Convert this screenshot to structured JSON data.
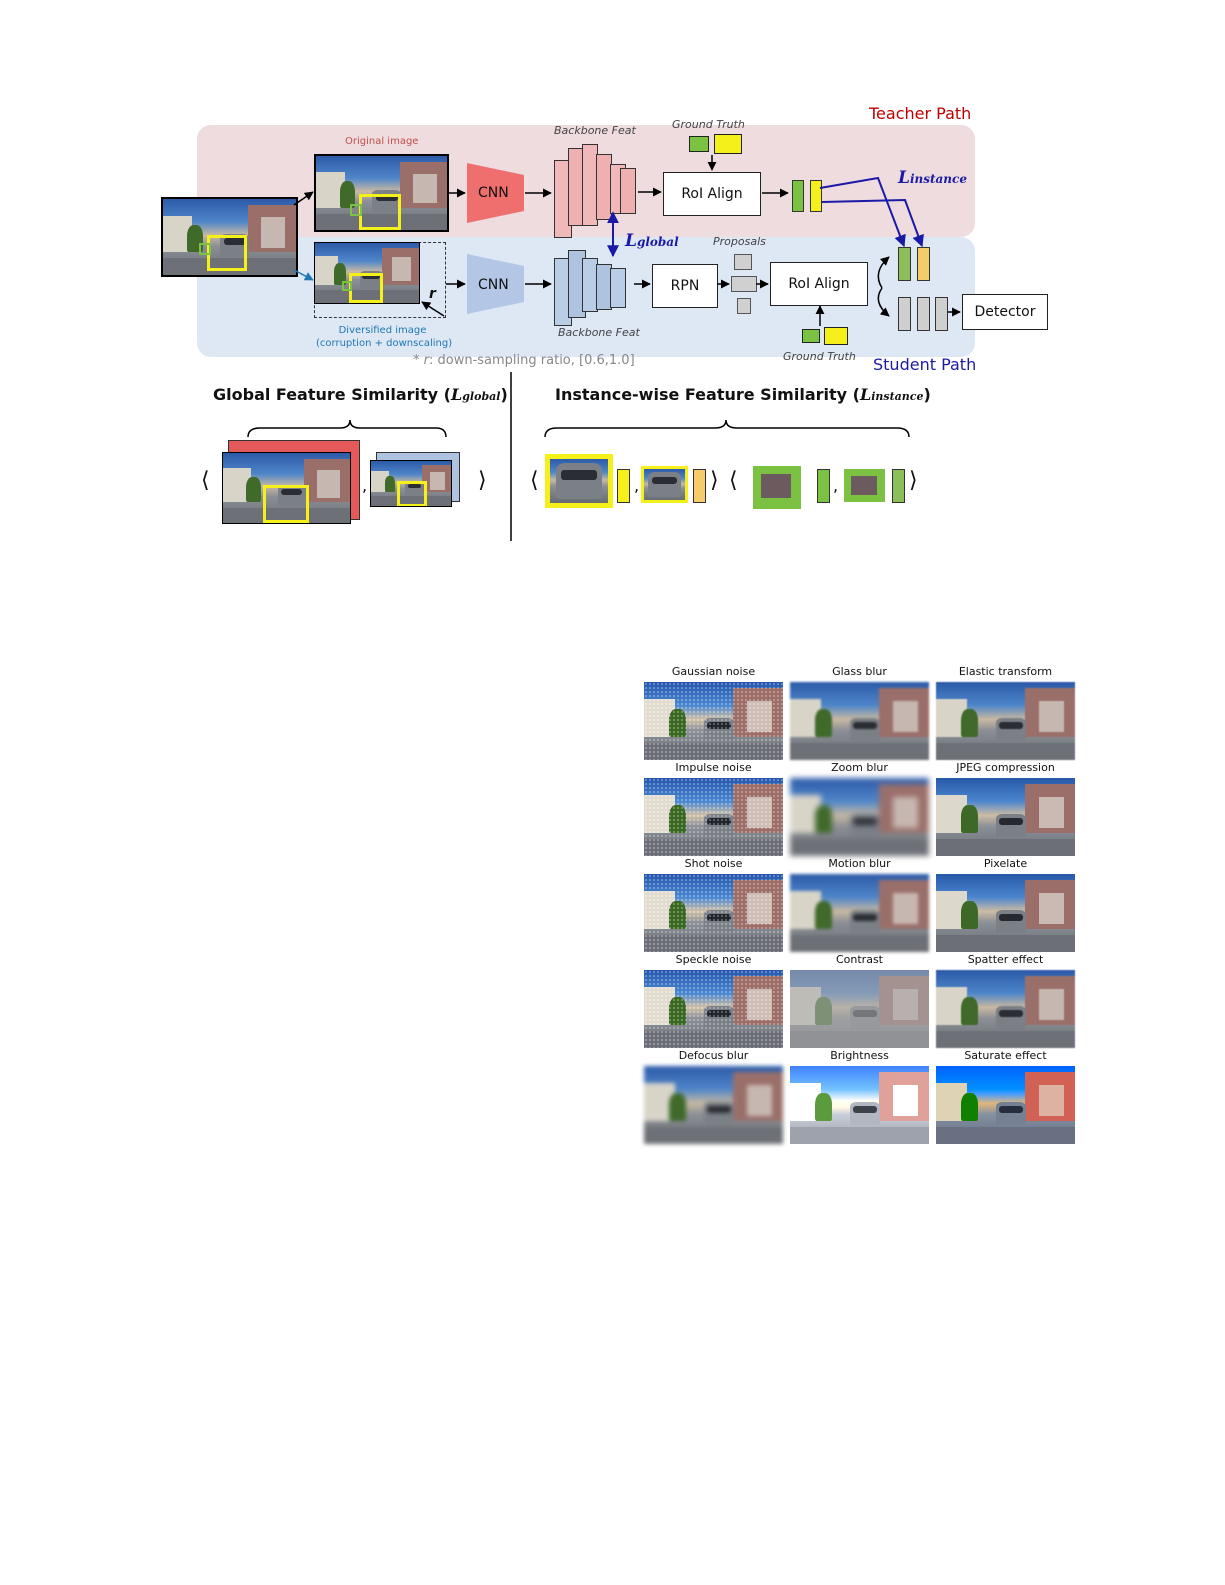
{
  "diagram": {
    "teacher_path": "Teacher Path",
    "student_path": "Student Path",
    "original_image": "Original image",
    "diversified_image_line1": "Diversified image",
    "diversified_image_line2": "(corruption + downscaling)",
    "r_symbol": "r",
    "cnn_teacher": "CNN",
    "cnn_student": "CNN",
    "backbone_feat_top": "Backbone Feat",
    "backbone_feat_bottom": "Backbone Feat",
    "ground_truth_top": "Ground Truth",
    "ground_truth_bottom": "Ground Truth",
    "roi_align_top": "RoI Align",
    "roi_align_bottom": "RoI Align",
    "rpn": "RPN",
    "proposals": "Proposals",
    "detector": "Detector",
    "l_global_main": "L",
    "l_global_sub": "global",
    "l_instance_main": "L",
    "l_instance_sub": "instance",
    "footnote_star": "*",
    "footnote_r": "r",
    "footnote_text": ": down-sampling ratio, [0.6,1.0]",
    "global_title": "Global Feature Similarity (",
    "global_title_L": "L",
    "global_title_sub": "global",
    "global_title_end": ")",
    "instance_title": "Instance-wise Feature Similarity (",
    "instance_title_L": "L",
    "instance_title_sub": "instance",
    "instance_title_end": ")",
    "bracket_open": "⟨",
    "bracket_close": "⟩",
    "comma": ","
  },
  "corruptions": [
    "Gaussian noise",
    "Glass blur",
    "Elastic transform",
    "Impulse noise",
    "Zoom blur",
    "JPEG compression",
    "Shot noise",
    "Motion blur",
    "Pixelate",
    "Speckle noise",
    "Contrast",
    "Spatter effect",
    "Defocus blur",
    "Brightness",
    "Saturate effect"
  ],
  "colors": {
    "teacher_bg": "#efdcdf",
    "student_bg": "#dde8f4",
    "teacher_cnn": "#ef6f6f",
    "student_cnn": "#b3c6e6",
    "teacher_feat": "#f0b8b8",
    "student_feat": "#b9cde6",
    "teacher_label": "#c00000",
    "student_label": "#1a1aa6",
    "loss_arrow": "#1a1aa6",
    "gt_yellow": "#f5ef1a",
    "gt_green": "#7cc242"
  }
}
